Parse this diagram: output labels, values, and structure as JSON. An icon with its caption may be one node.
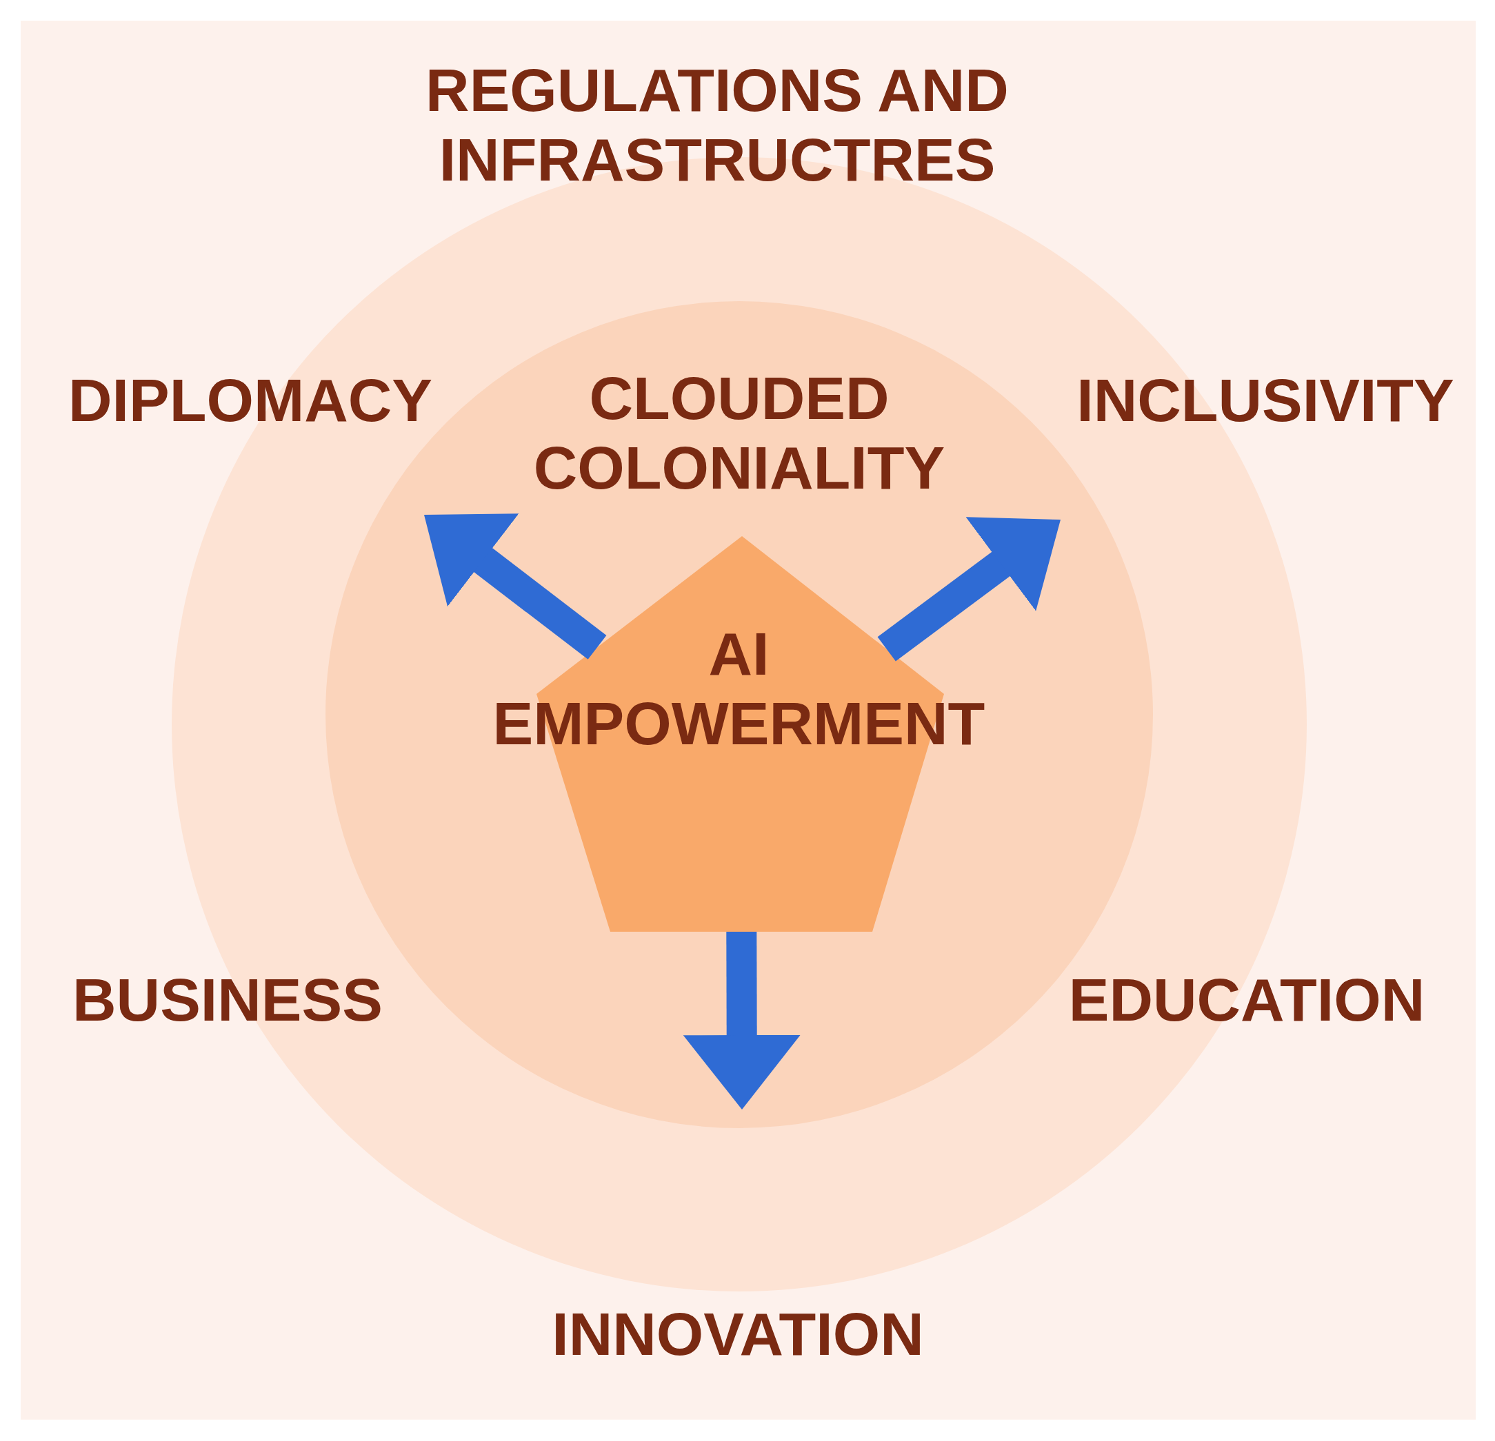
{
  "diagram": {
    "nodes": [
      {
        "text": [
          "REGULATIONS AND INFRASTRUCTRES"
        ]
      },
      {
        "text": [],
        "shape": "circle",
        "in": 0
      },
      {
        "text": [
          "CLOUDED COLONIALITY"
        ],
        "in": 1
      },
      {
        "text": [
          "AI EMPOWERMENT"
        ],
        "in": 2
      }
    ],
    "edges": [
      {
        "from": 3,
        "to": null,
        "arrow": "to"
      },
      {
        "from": 3,
        "to": null,
        "arrow": "to"
      },
      {
        "from": 3,
        "to": null,
        "arrow": "to"
      }
    ],
    "labels": [
      "DIPLOMACY",
      "INCLUSIVITY",
      "BUSINESS",
      "EDUCATION",
      "INNOVATION"
    ]
  }
}
